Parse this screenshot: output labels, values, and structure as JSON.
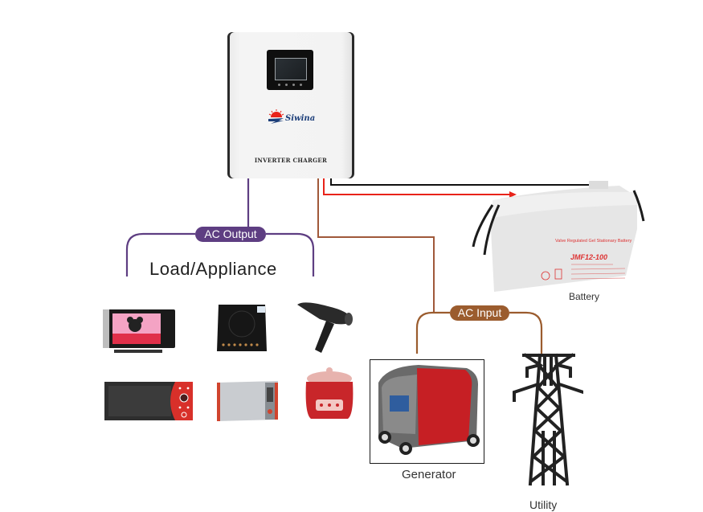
{
  "diagram": {
    "title": "Inverter Charger System Wiring",
    "inverter": {
      "brand": "Siwina",
      "label": "INVERTER CHARGER",
      "screen_icon": "lcd-display-icon"
    },
    "ac_output": {
      "label": "AC Output",
      "group_title": "Load/Appliance",
      "color": "#5e3e82",
      "appliances": [
        {
          "name": "tv",
          "icon": "television-icon"
        },
        {
          "name": "induction-cooker",
          "icon": "induction-cooker-icon"
        },
        {
          "name": "hair-dryer",
          "icon": "hair-dryer-icon"
        },
        {
          "name": "microwave-black",
          "icon": "microwave-icon"
        },
        {
          "name": "microwave-silver",
          "icon": "microwave-oven-icon"
        },
        {
          "name": "rice-cooker",
          "icon": "rice-cooker-icon"
        }
      ]
    },
    "battery": {
      "label": "Battery",
      "model": "JMF12-100",
      "type_text": "Valve Regulated Gel Stationary Battery",
      "positive_wire_color": "#e8231a",
      "negative_wire_color": "#111111"
    },
    "ac_input": {
      "label": "AC Input",
      "color": "#9b5c2e",
      "sources": [
        {
          "name": "generator",
          "label": "Generator",
          "icon": "generator-icon"
        },
        {
          "name": "utility",
          "label": "Utility",
          "icon": "power-tower-icon"
        }
      ]
    }
  }
}
